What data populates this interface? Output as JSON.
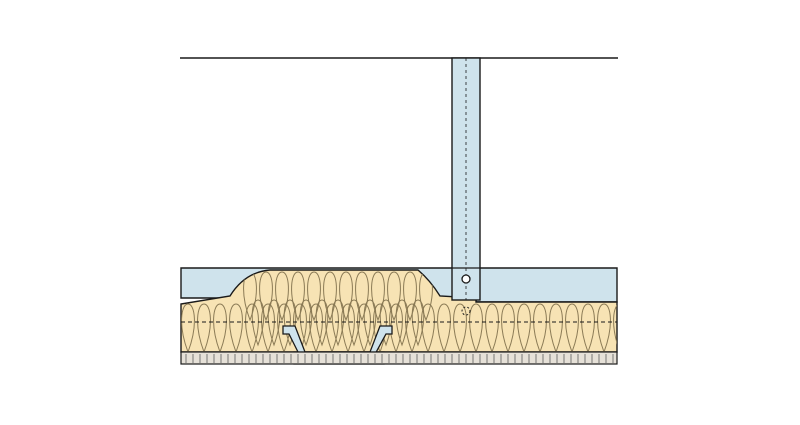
{
  "diagram": {
    "kind": "construction-section",
    "labels": [],
    "colors": {
      "background": "#ffffff",
      "outline": "#1a1a1a",
      "board": "#cfe3ec",
      "insulation": "#f7e3b4",
      "insulation_stroke": "#8a7a55",
      "ceiling_strip": "#e6e1d8",
      "panel": "#d8d3c8"
    },
    "components": [
      "top-line",
      "vertical-stud",
      "upper-board",
      "insulation-layer",
      "metal-channel",
      "ceiling-panel",
      "ceiling-strip"
    ]
  }
}
